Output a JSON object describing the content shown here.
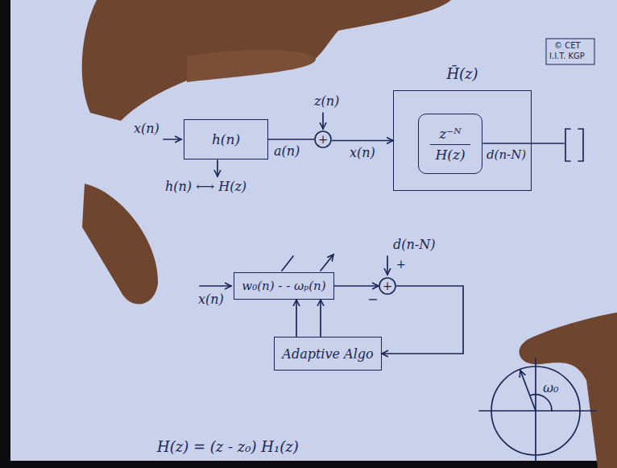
{
  "diagram": {
    "nodes": [
      {
        "text": [
          "h(n)"
        ]
      },
      {
        "text": [
          "+"
        ]
      },
      {
        "text": [
          "H̄(z)"
        ]
      },
      {
        "text": [
          "z⁻ᴺ",
          "H(z)"
        ],
        "in": 2
      },
      {
        "text": [
          "w₀(n) - - ωₚ(n)"
        ]
      },
      {
        "text": [
          "+"
        ]
      },
      {
        "text": [
          "Adaptive Algo"
        ]
      }
    ],
    "edges": [
      {
        "from": 0,
        "to": 1,
        "arrow": "none"
      },
      {
        "from": 1,
        "to": 2,
        "label": "x(n)",
        "arrow": "to"
      },
      {
        "from": 4,
        "to": 5,
        "arrow": "to"
      },
      {
        "from": 5,
        "to": 6,
        "arrow": "to"
      },
      {
        "from": 6,
        "to": 4,
        "arrow": "to"
      },
      {
        "from": 6,
        "to": 4,
        "arrow": "to"
      }
    ],
    "labels": [
      "x(n)",
      "a(n)",
      "h(n) ⟷ H(z)",
      "z(n)",
      "d(n-N)",
      "© CET",
      "I.I.T. KGP",
      "x(n)",
      "d(n-N)",
      "+",
      "−",
      "ω₀",
      "H(z) = (z - z₀) H₁(z)"
    ]
  }
}
